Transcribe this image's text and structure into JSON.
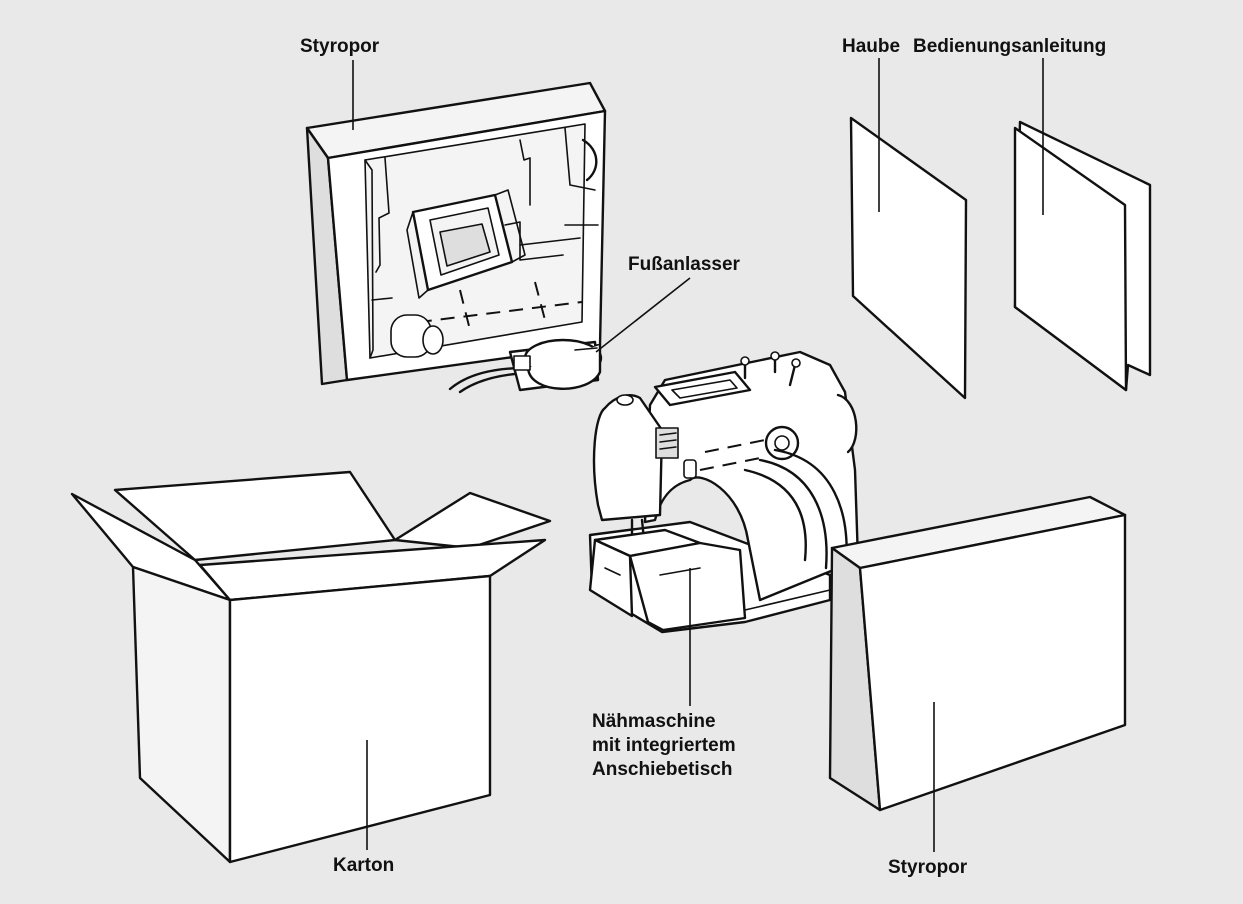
{
  "labels": {
    "styropor_top": "Styropor",
    "haube": "Haube",
    "bedienungsanleitung": "Bedienungsanleitung",
    "fussanlasser": "Fußanlasser",
    "naehmaschine_line1": "Nähmaschine",
    "naehmaschine_line2": "mit integriertem",
    "naehmaschine_line3": "Anschiebetisch",
    "karton": "Karton",
    "styropor_bottom": "Styropor"
  },
  "colors": {
    "background": "#e9e9e9",
    "line": "#111111",
    "fill": "#ffffff"
  }
}
